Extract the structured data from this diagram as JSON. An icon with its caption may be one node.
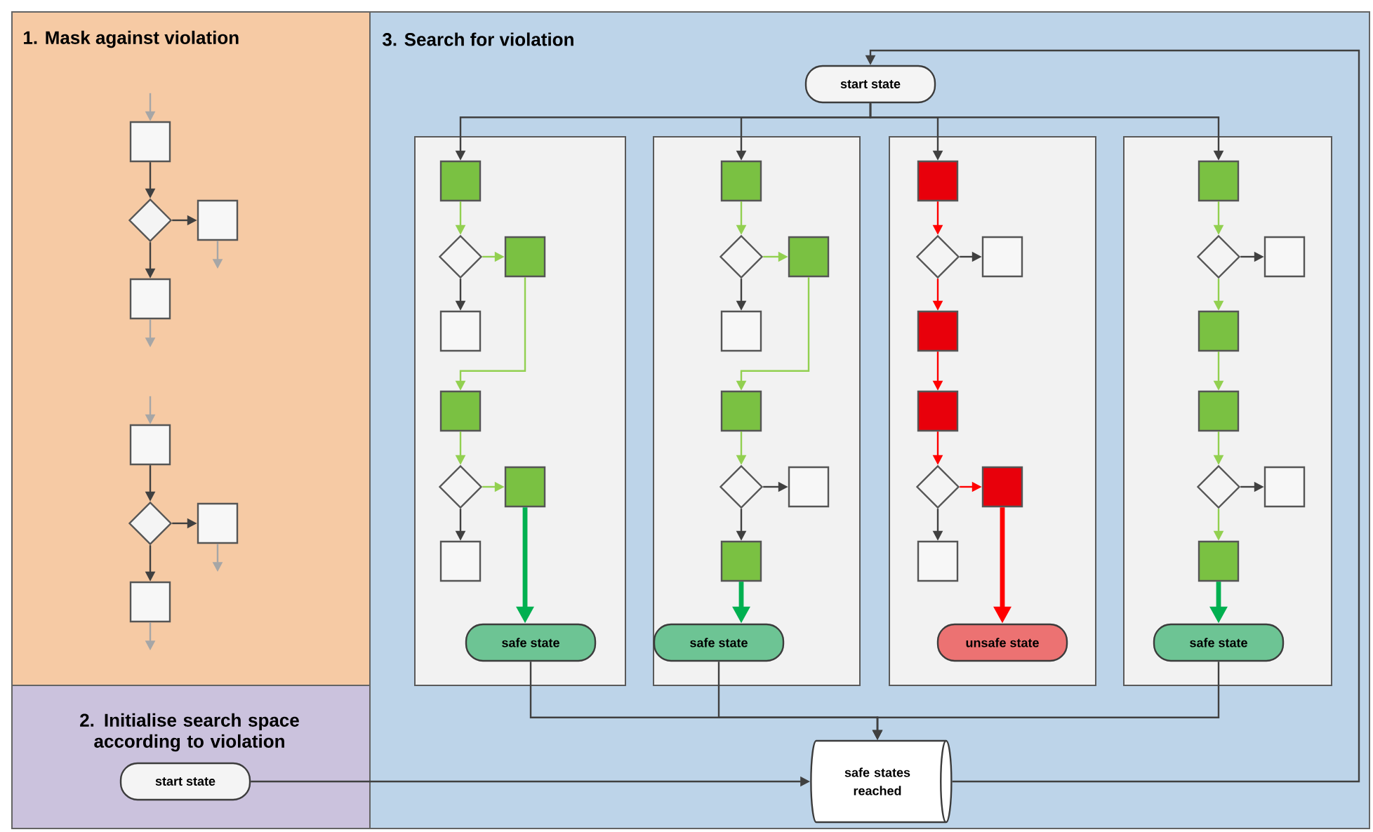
{
  "diagram": {
    "nodes": [
      {
        "text": [
          "1. Mask against violation"
        ]
      },
      {
        "text": [],
        "shape": "box",
        "in": 0
      },
      {
        "text": [],
        "shape": "diamond",
        "in": 0
      },
      {
        "text": [],
        "shape": "box",
        "in": 0
      },
      {
        "text": [],
        "shape": "box",
        "in": 0
      },
      {
        "text": [],
        "shape": "box",
        "in": 0
      },
      {
        "text": [],
        "shape": "diamond",
        "in": 0
      },
      {
        "text": [],
        "shape": "box",
        "in": 0
      },
      {
        "text": [],
        "shape": "box",
        "in": 0
      },
      {
        "text": [
          "2. Initialise search space according to violation"
        ]
      },
      {
        "text": [
          "start state"
        ],
        "in": 9
      },
      {
        "text": [
          "3. Search for violation"
        ]
      },
      {
        "text": [
          "start state"
        ],
        "in": 11
      },
      {
        "text": [],
        "shape": "box",
        "in": 11
      },
      {
        "text": [],
        "shape": "box",
        "in": 13
      },
      {
        "text": [],
        "shape": "diamond",
        "in": 13
      },
      {
        "text": [],
        "shape": "box",
        "in": 13
      },
      {
        "text": [],
        "shape": "box",
        "in": 13
      },
      {
        "text": [],
        "shape": "box",
        "in": 13
      },
      {
        "text": [],
        "shape": "diamond",
        "in": 13
      },
      {
        "text": [],
        "shape": "box",
        "in": 13
      },
      {
        "text": [],
        "shape": "box",
        "in": 13
      },
      {
        "text": [
          "safe state"
        ],
        "in": 13
      },
      {
        "text": [],
        "shape": "box",
        "in": 11
      },
      {
        "text": [],
        "shape": "box",
        "in": 23
      },
      {
        "text": [],
        "shape": "diamond",
        "in": 23
      },
      {
        "text": [],
        "shape": "box",
        "in": 23
      },
      {
        "text": [],
        "shape": "box",
        "in": 23
      },
      {
        "text": [],
        "shape": "box",
        "in": 23
      },
      {
        "text": [],
        "shape": "diamond",
        "in": 23
      },
      {
        "text": [],
        "shape": "box",
        "in": 23
      },
      {
        "text": [],
        "shape": "box",
        "in": 23
      },
      {
        "text": [
          "safe state"
        ],
        "in": 23
      },
      {
        "text": [],
        "shape": "box",
        "in": 11
      },
      {
        "text": [],
        "shape": "box",
        "in": 33
      },
      {
        "text": [],
        "shape": "diamond",
        "in": 33
      },
      {
        "text": [],
        "shape": "box",
        "in": 33
      },
      {
        "text": [],
        "shape": "box",
        "in": 33
      },
      {
        "text": [],
        "shape": "box",
        "in": 33
      },
      {
        "text": [],
        "shape": "diamond",
        "in": 33
      },
      {
        "text": [],
        "shape": "box",
        "in": 33
      },
      {
        "text": [],
        "shape": "box",
        "in": 33
      },
      {
        "text": [
          "unsafe state"
        ],
        "in": 33
      },
      {
        "text": [],
        "shape": "box",
        "in": 11
      },
      {
        "text": [],
        "shape": "box",
        "in": 43
      },
      {
        "text": [],
        "shape": "diamond",
        "in": 43
      },
      {
        "text": [],
        "shape": "box",
        "in": 43
      },
      {
        "text": [],
        "shape": "box",
        "in": 43
      },
      {
        "text": [],
        "shape": "box",
        "in": 43
      },
      {
        "text": [],
        "shape": "diamond",
        "in": 43
      },
      {
        "text": [],
        "shape": "box",
        "in": 43
      },
      {
        "text": [],
        "shape": "box",
        "in": 43
      },
      {
        "text": [
          "safe state"
        ],
        "in": 43
      },
      {
        "text": [
          "safe states reached"
        ],
        "in": 11
      }
    ],
    "edges": [
      {
        "from": null,
        "to": 1,
        "arrow": "to",
        "color": "#a6a6a6"
      },
      {
        "from": 1,
        "to": 2,
        "arrow": "to"
      },
      {
        "from": 2,
        "to": 3,
        "arrow": "to"
      },
      {
        "from": 2,
        "to": 4,
        "arrow": "to"
      },
      {
        "from": 3,
        "to": null,
        "arrow": "to",
        "color": "#a6a6a6"
      },
      {
        "from": 4,
        "to": null,
        "arrow": "to",
        "color": "#a6a6a6"
      },
      {
        "from": null,
        "to": 5,
        "arrow": "to",
        "color": "#a6a6a6"
      },
      {
        "from": 5,
        "to": 6,
        "arrow": "to"
      },
      {
        "from": 6,
        "to": 7,
        "arrow": "to"
      },
      {
        "from": 6,
        "to": 8,
        "arrow": "to"
      },
      {
        "from": 7,
        "to": null,
        "arrow": "to",
        "color": "#a6a6a6"
      },
      {
        "from": 8,
        "to": null,
        "arrow": "to",
        "color": "#a6a6a6"
      },
      {
        "from": 10,
        "to": 53,
        "arrow": "to"
      },
      {
        "from": 53,
        "to": 12,
        "arrow": "to"
      },
      {
        "from": 12,
        "to": 14,
        "arrow": "to"
      },
      {
        "from": 12,
        "to": 24,
        "arrow": "to"
      },
      {
        "from": 12,
        "to": 34,
        "arrow": "to"
      },
      {
        "from": 12,
        "to": 44,
        "arrow": "to"
      },
      {
        "from": 14,
        "to": 15,
        "arrow": "to",
        "color": "#92d050"
      },
      {
        "from": 15,
        "to": 16,
        "arrow": "to",
        "color": "#92d050"
      },
      {
        "from": 15,
        "to": 17,
        "arrow": "to"
      },
      {
        "from": 16,
        "to": 18,
        "arrow": "to",
        "color": "#92d050"
      },
      {
        "from": 18,
        "to": 19,
        "arrow": "to",
        "color": "#92d050"
      },
      {
        "from": 19,
        "to": 20,
        "arrow": "to",
        "color": "#92d050"
      },
      {
        "from": 19,
        "to": 21,
        "arrow": "to"
      },
      {
        "from": 20,
        "to": 22,
        "arrow": "to",
        "style": "thick",
        "color": "#00b050"
      },
      {
        "from": 24,
        "to": 25,
        "arrow": "to",
        "color": "#92d050"
      },
      {
        "from": 25,
        "to": 26,
        "arrow": "to",
        "color": "#92d050"
      },
      {
        "from": 25,
        "to": 27,
        "arrow": "to"
      },
      {
        "from": 26,
        "to": 28,
        "arrow": "to",
        "color": "#92d050"
      },
      {
        "from": 28,
        "to": 29,
        "arrow": "to",
        "color": "#92d050"
      },
      {
        "from": 29,
        "to": 30,
        "arrow": "to"
      },
      {
        "from": 29,
        "to": 31,
        "arrow": "to"
      },
      {
        "from": 31,
        "to": 32,
        "arrow": "to",
        "style": "thick",
        "color": "#00b050"
      },
      {
        "from": 34,
        "to": 35,
        "arrow": "to",
        "color": "#ff0000"
      },
      {
        "from": 35,
        "to": 36,
        "arrow": "to"
      },
      {
        "from": 35,
        "to": 37,
        "arrow": "to",
        "color": "#ff0000"
      },
      {
        "from": 37,
        "to": 38,
        "arrow": "to",
        "color": "#ff0000"
      },
      {
        "from": 38,
        "to": 39,
        "arrow": "to",
        "color": "#ff0000"
      },
      {
        "from": 39,
        "to": 40,
        "arrow": "to",
        "color": "#ff0000"
      },
      {
        "from": 39,
        "to": 41,
        "arrow": "to"
      },
      {
        "from": 40,
        "to": 42,
        "arrow": "to",
        "style": "thick",
        "color": "#ff0000"
      },
      {
        "from": 44,
        "to": 45,
        "arrow": "to",
        "color": "#92d050"
      },
      {
        "from": 45,
        "to": 46,
        "arrow": "to"
      },
      {
        "from": 45,
        "to": 47,
        "arrow": "to",
        "color": "#92d050"
      },
      {
        "from": 47,
        "to": 48,
        "arrow": "to",
        "color": "#92d050"
      },
      {
        "from": 48,
        "to": 49,
        "arrow": "to",
        "color": "#92d050"
      },
      {
        "from": 49,
        "to": 50,
        "arrow": "to"
      },
      {
        "from": 49,
        "to": 51,
        "arrow": "to",
        "color": "#92d050"
      },
      {
        "from": 51,
        "to": 52,
        "arrow": "to",
        "style": "thick",
        "color": "#00b050"
      },
      {
        "from": 22,
        "to": 53,
        "arrow": "to"
      },
      {
        "from": 32,
        "to": 53,
        "arrow": "to"
      },
      {
        "from": 52,
        "to": 53,
        "arrow": "to"
      }
    ]
  }
}
